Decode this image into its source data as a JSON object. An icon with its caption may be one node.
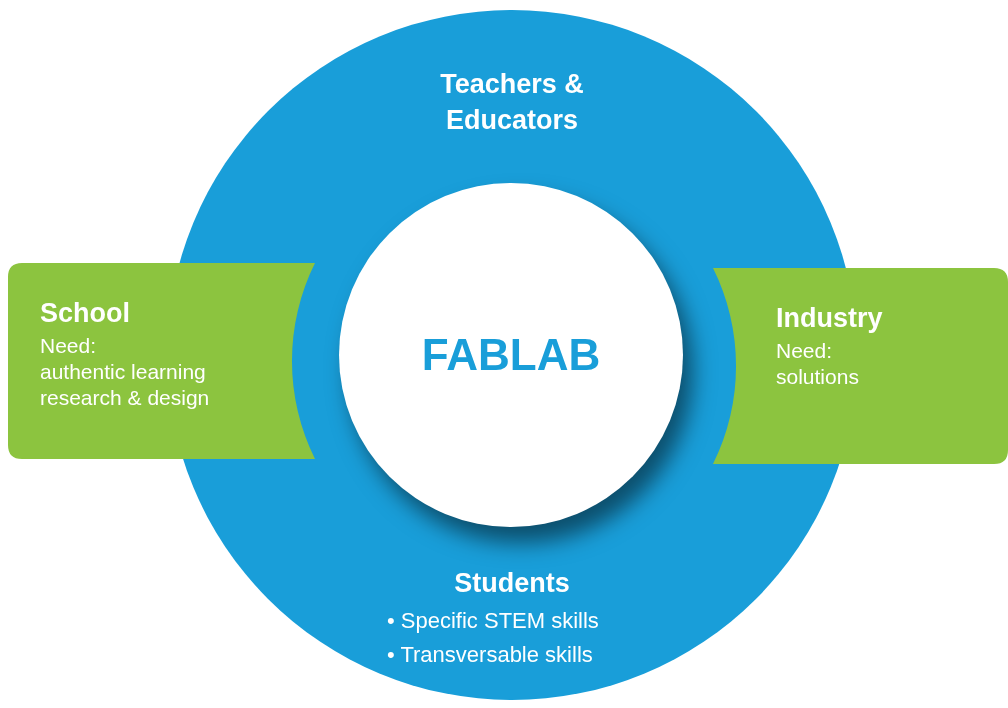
{
  "diagram": {
    "nodes": [
      {
        "text": [
          "Teachers & Educators",
          "Students",
          "• Specific STEM skills",
          "• Transversable skills"
        ]
      },
      {
        "text": [
          "FABLAB"
        ],
        "in": 0
      },
      {
        "text": [
          "School",
          "Need:",
          "authentic learning",
          "research & design"
        ]
      },
      {
        "text": [
          "Industry",
          "Need:",
          "solutions"
        ]
      }
    ]
  }
}
